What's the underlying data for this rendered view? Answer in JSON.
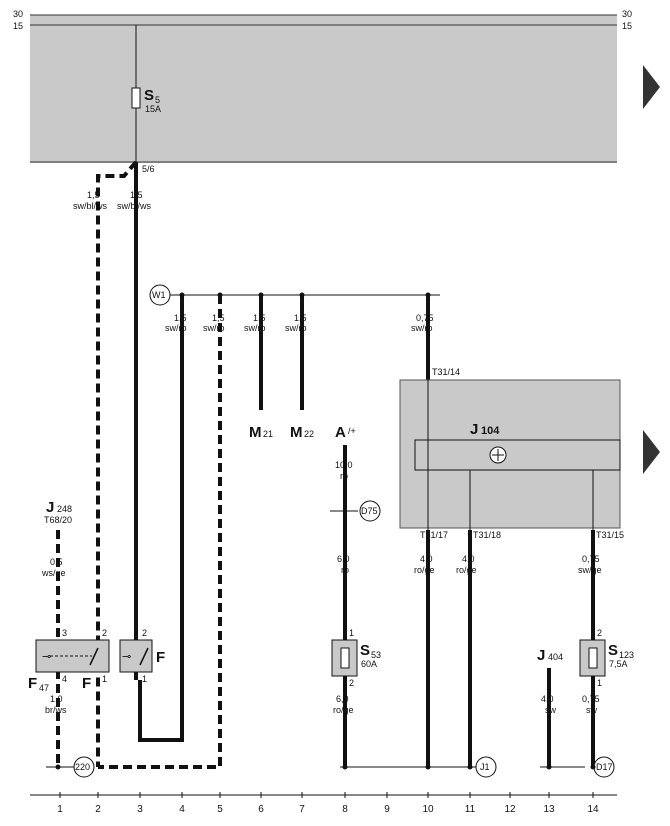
{
  "rails": {
    "top_left": "30",
    "bottom_left": "15",
    "top_right": "30",
    "bottom_right": "15"
  },
  "fuse_s5": {
    "name": "S",
    "sub": "5",
    "rating": "15A"
  },
  "terminal_5_6": "5/6",
  "wire_sw_bl_ws_a": {
    "size": "1,5",
    "color": "sw/bl/ws"
  },
  "wire_sw_bl_ws_b": {
    "size": "1,5",
    "color": "sw/bl/ws"
  },
  "connector_w1": "W1",
  "wires_sw_ro": [
    {
      "size": "1,5",
      "color": "sw/ro"
    },
    {
      "size": "1,5",
      "color": "sw/ro"
    },
    {
      "size": "1,5",
      "color": "sw/ro"
    },
    {
      "size": "1,5",
      "color": "sw/ro"
    },
    {
      "size": "0,75",
      "color": "sw/ro"
    }
  ],
  "ground_m21": {
    "name": "M",
    "sub": "21"
  },
  "ground_m22": {
    "name": "M",
    "sub": "22"
  },
  "battery": {
    "name": "A",
    "sub": "/+"
  },
  "wire_a_10": {
    "size": "10,0",
    "color": "ro"
  },
  "connector_d75": "D75",
  "wire_6_ro": {
    "size": "6,0",
    "color": "ro"
  },
  "fuse_s53": {
    "name": "S",
    "sub": "53",
    "rating": "60A"
  },
  "wire_6_ro_ge": {
    "size": "6,0",
    "color": "ro/ge"
  },
  "module_j104": {
    "name": "J",
    "sub": "104"
  },
  "pins": {
    "t31_14": "T31/14",
    "t31_17": "T31/17",
    "t31_18": "T31/18",
    "t31_15": "T31/15"
  },
  "wire_4_a": {
    "size": "4,0",
    "color": "ro/ge"
  },
  "wire_4_b": {
    "size": "4,0",
    "color": "ro/ge"
  },
  "wire_075_swge": {
    "size": "0,75",
    "color": "sw/ge"
  },
  "fuse_s123": {
    "name": "S",
    "sub": "123",
    "rating": "7,5A"
  },
  "wire_075_sw": {
    "size": "0,75",
    "color": "sw"
  },
  "relay_j404": {
    "name": "J",
    "sub": "404"
  },
  "wire_4_sw": {
    "size": "4,0",
    "color": "sw"
  },
  "control_j248": {
    "name": "J",
    "sub": "248",
    "pin": "T68/20"
  },
  "wire_05_wsge": {
    "size": "0,5",
    "color": "ws/ge"
  },
  "switch_f47": {
    "name": "F",
    "sub": "47"
  },
  "switch_f_a": "F",
  "switch_f_b": "F",
  "wire_10_brws": {
    "size": "1,0",
    "color": "br/ws"
  },
  "pin_labels": {
    "p3": "3",
    "p2a": "2",
    "p4": "4",
    "p1a": "1",
    "p2b": "2",
    "p1b": "1",
    "s53_1": "1",
    "s53_2": "2",
    "s123_2": "2",
    "s123_1": "1"
  },
  "connector_220": "220",
  "connector_j1": "J1",
  "connector_d17": "D17",
  "track_numbers": [
    "1",
    "2",
    "3",
    "4",
    "5",
    "6",
    "7",
    "8",
    "9",
    "10",
    "11",
    "12",
    "13",
    "14"
  ]
}
